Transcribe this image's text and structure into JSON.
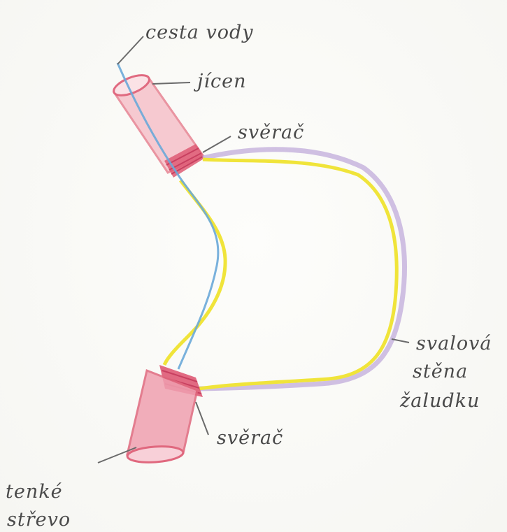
{
  "labels": {
    "water_path": "cesta vody",
    "esophagus": "jícen",
    "sphincter_top": "svěrač",
    "stomach_wall_line1": "svalová",
    "stomach_wall_line2": "stěna",
    "stomach_wall_line3": "žaludku",
    "sphincter_bottom": "svěrač",
    "intestine_line1": "tenké",
    "intestine_line2": "střevo"
  },
  "colors": {
    "esophagus": "#e88a98",
    "sphincter": "#d9506b",
    "intestine": "#e0687e",
    "water_path": "#6aa8d8",
    "stomach_wall_inner": "#f2e640",
    "stomach_wall_outer": "#b9a2d6",
    "pencil": "#555555"
  }
}
